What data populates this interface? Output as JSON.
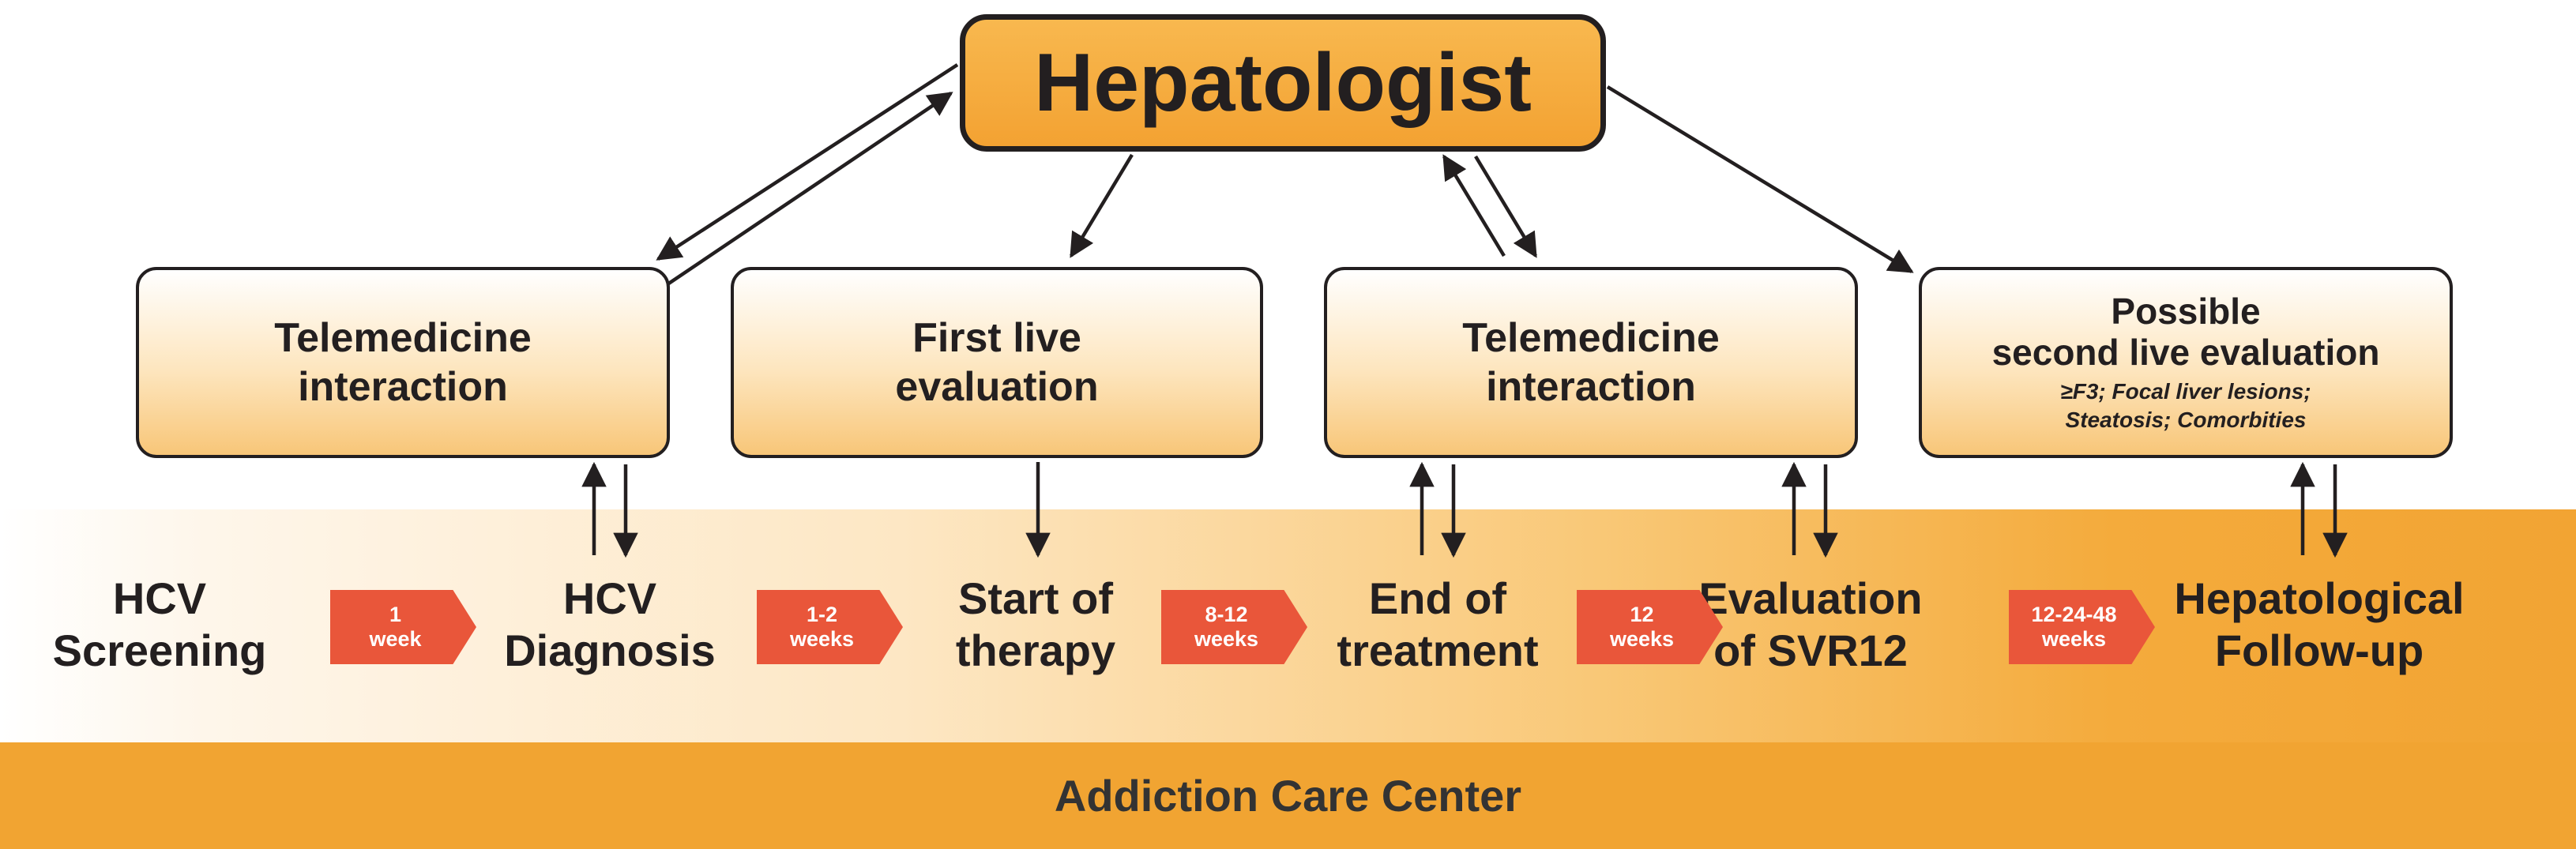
{
  "hepatologist": "Hepatologist",
  "boxes": [
    {
      "title": "Telemedicine\ninteraction",
      "note": ""
    },
    {
      "title": "First live\nevaluation",
      "note": ""
    },
    {
      "title": "Telemedicine\ninteraction",
      "note": ""
    },
    {
      "title": "Possible\nsecond live evaluation",
      "note": "≥F3; Focal liver lesions;\nSteatosis; Comorbities"
    }
  ],
  "stages": [
    "HCV\nScreening",
    "HCV\nDiagnosis",
    "Start of\ntherapy",
    "End of\ntreatment",
    "Evaluation\nof SVR12",
    "Hepatological\nFollow-up"
  ],
  "intervals": [
    "1\nweek",
    "1-2\nweeks",
    "8-12\nweeks",
    "12\nweeks",
    "12-24-48\nweeks"
  ],
  "bottom_label": "Addiction Care Center",
  "colors": {
    "hepatologist_fill": "#f3a232",
    "interval_arrow": "#e9563a",
    "band": "#f1a432",
    "stroke": "#231f20"
  }
}
